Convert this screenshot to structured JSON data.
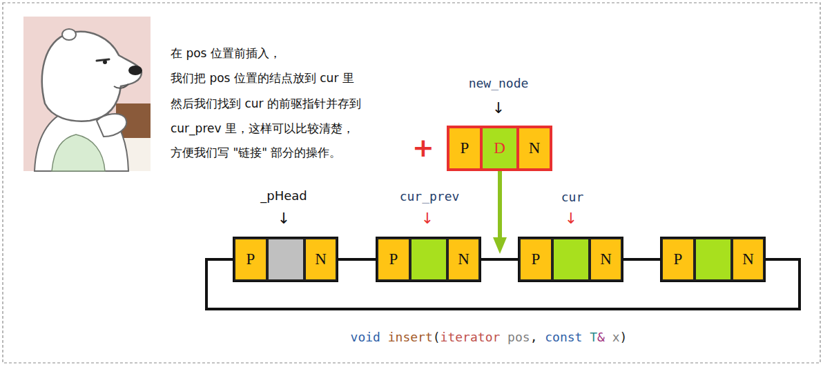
{
  "diagram": {
    "nodes": [
      {
        "text": [
          "P",
          "D",
          "N"
        ]
      },
      {
        "text": [
          "P",
          "N"
        ]
      },
      {
        "text": [
          "P",
          "N"
        ]
      },
      {
        "text": [
          "P",
          "N"
        ]
      },
      {
        "text": [
          "P",
          "N"
        ]
      }
    ],
    "edges": [
      {
        "from": 1,
        "to": 2,
        "arrow": "none"
      },
      {
        "from": 2,
        "to": 3,
        "arrow": "none"
      },
      {
        "from": 3,
        "to": 4,
        "arrow": "none"
      },
      {
        "from": 4,
        "to": 1,
        "arrow": "none"
      }
    ],
    "labels": [
      "在 pos 位置前插入，",
      "我们把 pos 位置的结点放到 cur 里",
      "然后我们找到 cur 的前驱指针并存到",
      "cur_prev 里，这样可以比较清楚，",
      "方便我们写 \"链接\" 部分的操作。",
      "+",
      "new_node",
      "↓",
      "_pHead",
      "↓",
      "cur_prev",
      "↓",
      "cur",
      "↓",
      "void",
      "insert",
      "(",
      "iterator",
      "pos",
      ",",
      "const",
      "T",
      "&",
      "x",
      ")"
    ]
  }
}
